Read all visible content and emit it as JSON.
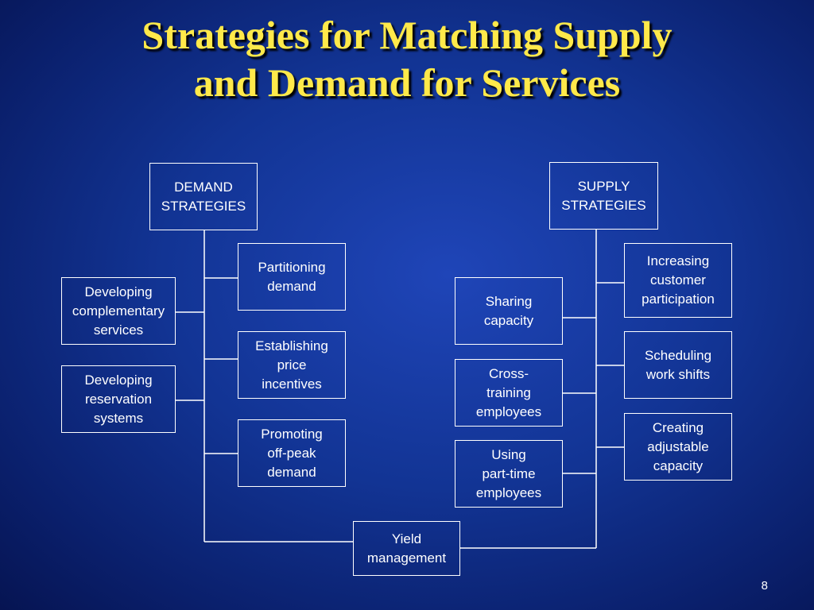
{
  "slide": {
    "title_line1": "Strategies for Matching Supply",
    "title_line2": "and Demand for Services",
    "page_number": "8"
  },
  "demand": {
    "header": "DEMAND\nSTRATEGIES",
    "left_items": [
      "Developing\ncomplementary\nservices",
      "Developing\nreservation\nsystems"
    ],
    "right_items": [
      "Partitioning\ndemand",
      "Establishing\nprice\nincentives",
      "Promoting\noff-peak\ndemand"
    ]
  },
  "supply": {
    "header": "SUPPLY\nSTRATEGIES",
    "left_items": [
      "Sharing\ncapacity",
      "Cross-\ntraining\nemployees",
      "Using\npart-time\nemployees"
    ],
    "right_items": [
      "Increasing\ncustomer\nparticipation",
      "Scheduling\nwork shifts",
      "Creating\nadjustable\ncapacity"
    ]
  },
  "shared": {
    "yield": "Yield\nmanagement"
  },
  "colors": {
    "title": "#ffe94a",
    "lines": "#ffffff"
  }
}
